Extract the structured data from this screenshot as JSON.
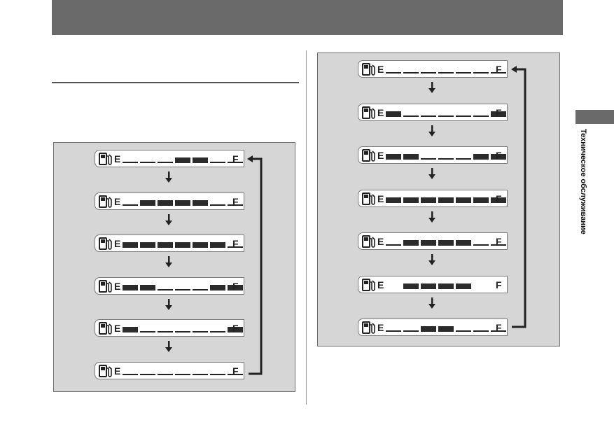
{
  "side_tab": {
    "label": "Техническое обслуживание"
  },
  "gauge": {
    "empty_label": "E",
    "full_label": "F",
    "icon": "fuel-pump-icon"
  },
  "left_panel": {
    "sequence": [
      [
        0,
        0,
        0,
        1,
        1,
        0,
        0
      ],
      [
        0,
        1,
        1,
        1,
        1,
        0,
        0
      ],
      [
        1,
        1,
        1,
        1,
        1,
        1,
        0
      ],
      [
        1,
        1,
        0,
        0,
        0,
        1,
        1
      ],
      [
        1,
        0,
        0,
        0,
        0,
        0,
        1
      ],
      [
        0,
        0,
        0,
        0,
        0,
        0,
        0
      ]
    ]
  },
  "right_panel": {
    "sequence": [
      [
        0,
        0,
        0,
        0,
        0,
        0,
        0
      ],
      [
        1,
        0,
        0,
        0,
        0,
        0,
        1
      ],
      [
        1,
        1,
        0,
        0,
        0,
        1,
        1
      ],
      [
        1,
        1,
        1,
        1,
        1,
        1,
        1
      ],
      [
        0,
        1,
        1,
        1,
        1,
        0,
        0
      ],
      [
        -1,
        1,
        1,
        1,
        1,
        -1,
        -1
      ],
      [
        0,
        0,
        1,
        1,
        0,
        0,
        0
      ]
    ]
  }
}
